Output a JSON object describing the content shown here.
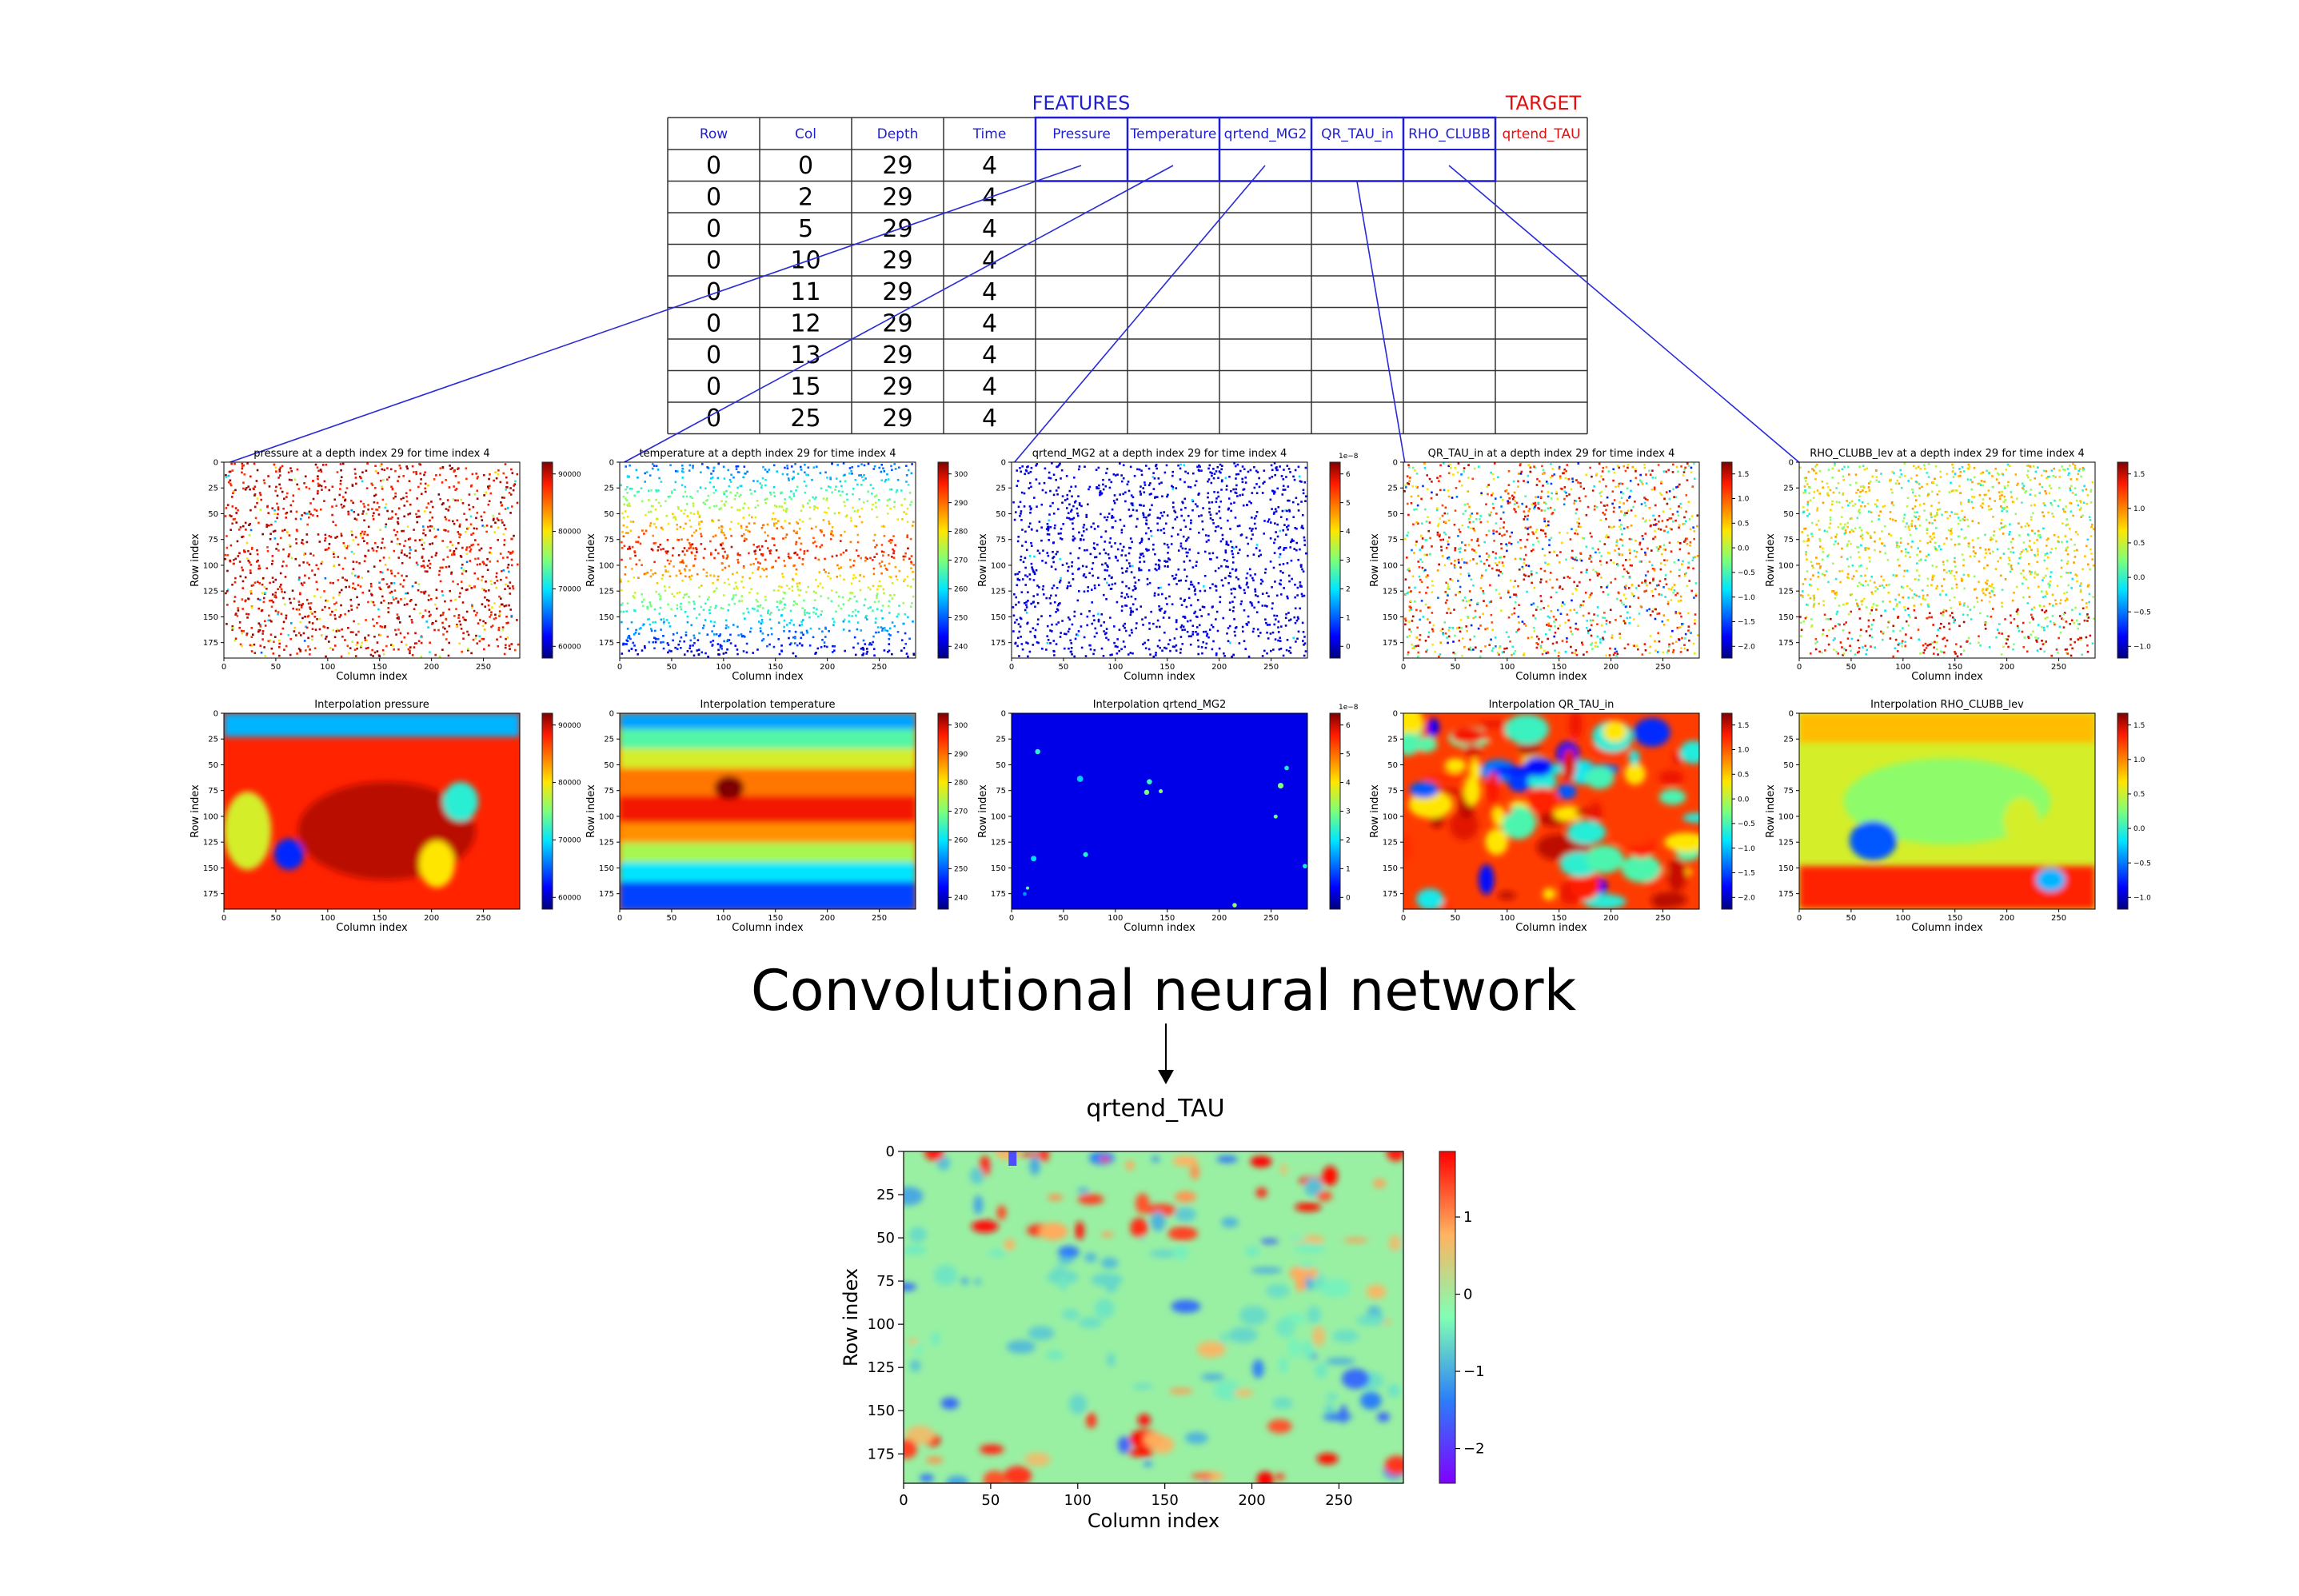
{
  "table": {
    "features_label": "FEATURES",
    "target_label": "TARGET",
    "headers": [
      "Row",
      "Col",
      "Depth",
      "Time",
      "Pressure",
      "Temperature",
      "qrtend_MG2",
      "QR_TAU_in",
      "RHO_CLUBB",
      "qrtend_TAU"
    ],
    "rows": [
      [
        "0",
        "0",
        "29",
        "4"
      ],
      [
        "0",
        "2",
        "29",
        "4"
      ],
      [
        "0",
        "5",
        "29",
        "4"
      ],
      [
        "0",
        "10",
        "29",
        "4"
      ],
      [
        "0",
        "11",
        "29",
        "4"
      ],
      [
        "0",
        "12",
        "29",
        "4"
      ],
      [
        "0",
        "13",
        "29",
        "4"
      ],
      [
        "0",
        "15",
        "29",
        "4"
      ],
      [
        "0",
        "25",
        "29",
        "4"
      ]
    ],
    "colors": {
      "feature": "#1f1fd1",
      "target": "#e01010",
      "connector": "#2a2ad8"
    }
  },
  "plots": [
    {
      "key": "pressure",
      "scatter_title": "pressure at a depth index 29 for time index 4",
      "interp_title": "Interpolation pressure",
      "colorbar_ticks": [
        "90000",
        "80000",
        "70000",
        "60000"
      ],
      "colorbar_exp": ""
    },
    {
      "key": "temperature",
      "scatter_title": "temperature at a depth index 29 for time index 4",
      "interp_title": "Interpolation temperature",
      "colorbar_ticks": [
        "300",
        "290",
        "280",
        "270",
        "260",
        "250",
        "240"
      ],
      "colorbar_exp": ""
    },
    {
      "key": "qrtend_MG2",
      "scatter_title": "qrtend_MG2 at a depth index 29 for time index 4",
      "interp_title": "Interpolation qrtend_MG2",
      "colorbar_ticks": [
        "6",
        "5",
        "4",
        "3",
        "2",
        "1",
        "0"
      ],
      "colorbar_exp": "1e−8"
    },
    {
      "key": "QR_TAU_in",
      "scatter_title": "QR_TAU_in at a depth index 29 for time index 4",
      "interp_title": "Interpolation QR_TAU_in",
      "colorbar_ticks": [
        "1.5",
        "1.0",
        "0.5",
        "0.0",
        "−0.5",
        "−1.0",
        "−1.5",
        "−2.0"
      ],
      "colorbar_exp": ""
    },
    {
      "key": "RHO_CLUBB_lev",
      "scatter_title": "RHO_CLUBB_lev at a depth index 29 for time index 4",
      "interp_title": "Interpolation RHO_CLUBB_lev",
      "colorbar_ticks": [
        "1.5",
        "1.0",
        "0.5",
        "0.0",
        "−0.5",
        "−1.0"
      ],
      "colorbar_exp": ""
    }
  ],
  "axes": {
    "xlabel": "Column index",
    "ylabel": "Row index",
    "x_ticks": [
      "0",
      "50",
      "100",
      "150",
      "200",
      "250"
    ],
    "y_ticks": [
      "0",
      "25",
      "50",
      "75",
      "100",
      "125",
      "150",
      "175"
    ]
  },
  "network_label": "Convolutional neural network",
  "output": {
    "title": "qrtend_TAU",
    "colorbar_ticks": [
      "1",
      "0",
      "−1",
      "−2"
    ]
  }
}
